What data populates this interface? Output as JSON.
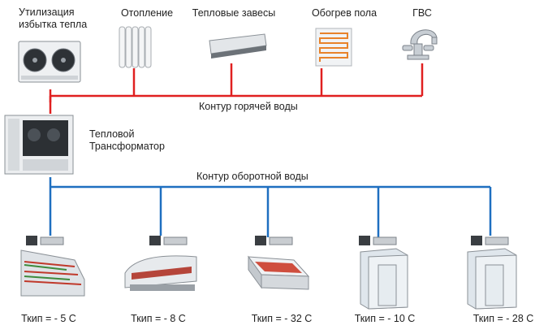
{
  "colors": {
    "hot_line": "#e02020",
    "return_line": "#1e6fc0"
  },
  "top_consumers": [
    {
      "label": "Утилизация\nизбытка тепла",
      "icon": "condenser-icon"
    },
    {
      "label": "Отопление",
      "icon": "radiator-icon"
    },
    {
      "label": "Тепловые завесы",
      "icon": "air-curtain-icon"
    },
    {
      "label": "Обогрев пола",
      "icon": "floor-heating-icon"
    },
    {
      "label": "ГВС",
      "icon": "faucet-icon"
    }
  ],
  "hot_circuit_label": "Контур горячей воды",
  "transformer": {
    "label": "Тепловой\nТрансформатор",
    "icon": "heat-transformer-icon"
  },
  "return_circuit_label": "Контур оборотной воды",
  "cold_consumers": [
    {
      "label": "Ткип = - 5 С",
      "icon": "display-case-icon"
    },
    {
      "label": "Ткип = - 8 С",
      "icon": "serve-counter-icon"
    },
    {
      "label": "Ткип = - 32 С",
      "icon": "island-freezer-icon"
    },
    {
      "label": "Ткип = - 10 С",
      "icon": "cold-room-icon"
    },
    {
      "label": "Ткип = - 28 С",
      "icon": "cold-room-icon"
    }
  ]
}
